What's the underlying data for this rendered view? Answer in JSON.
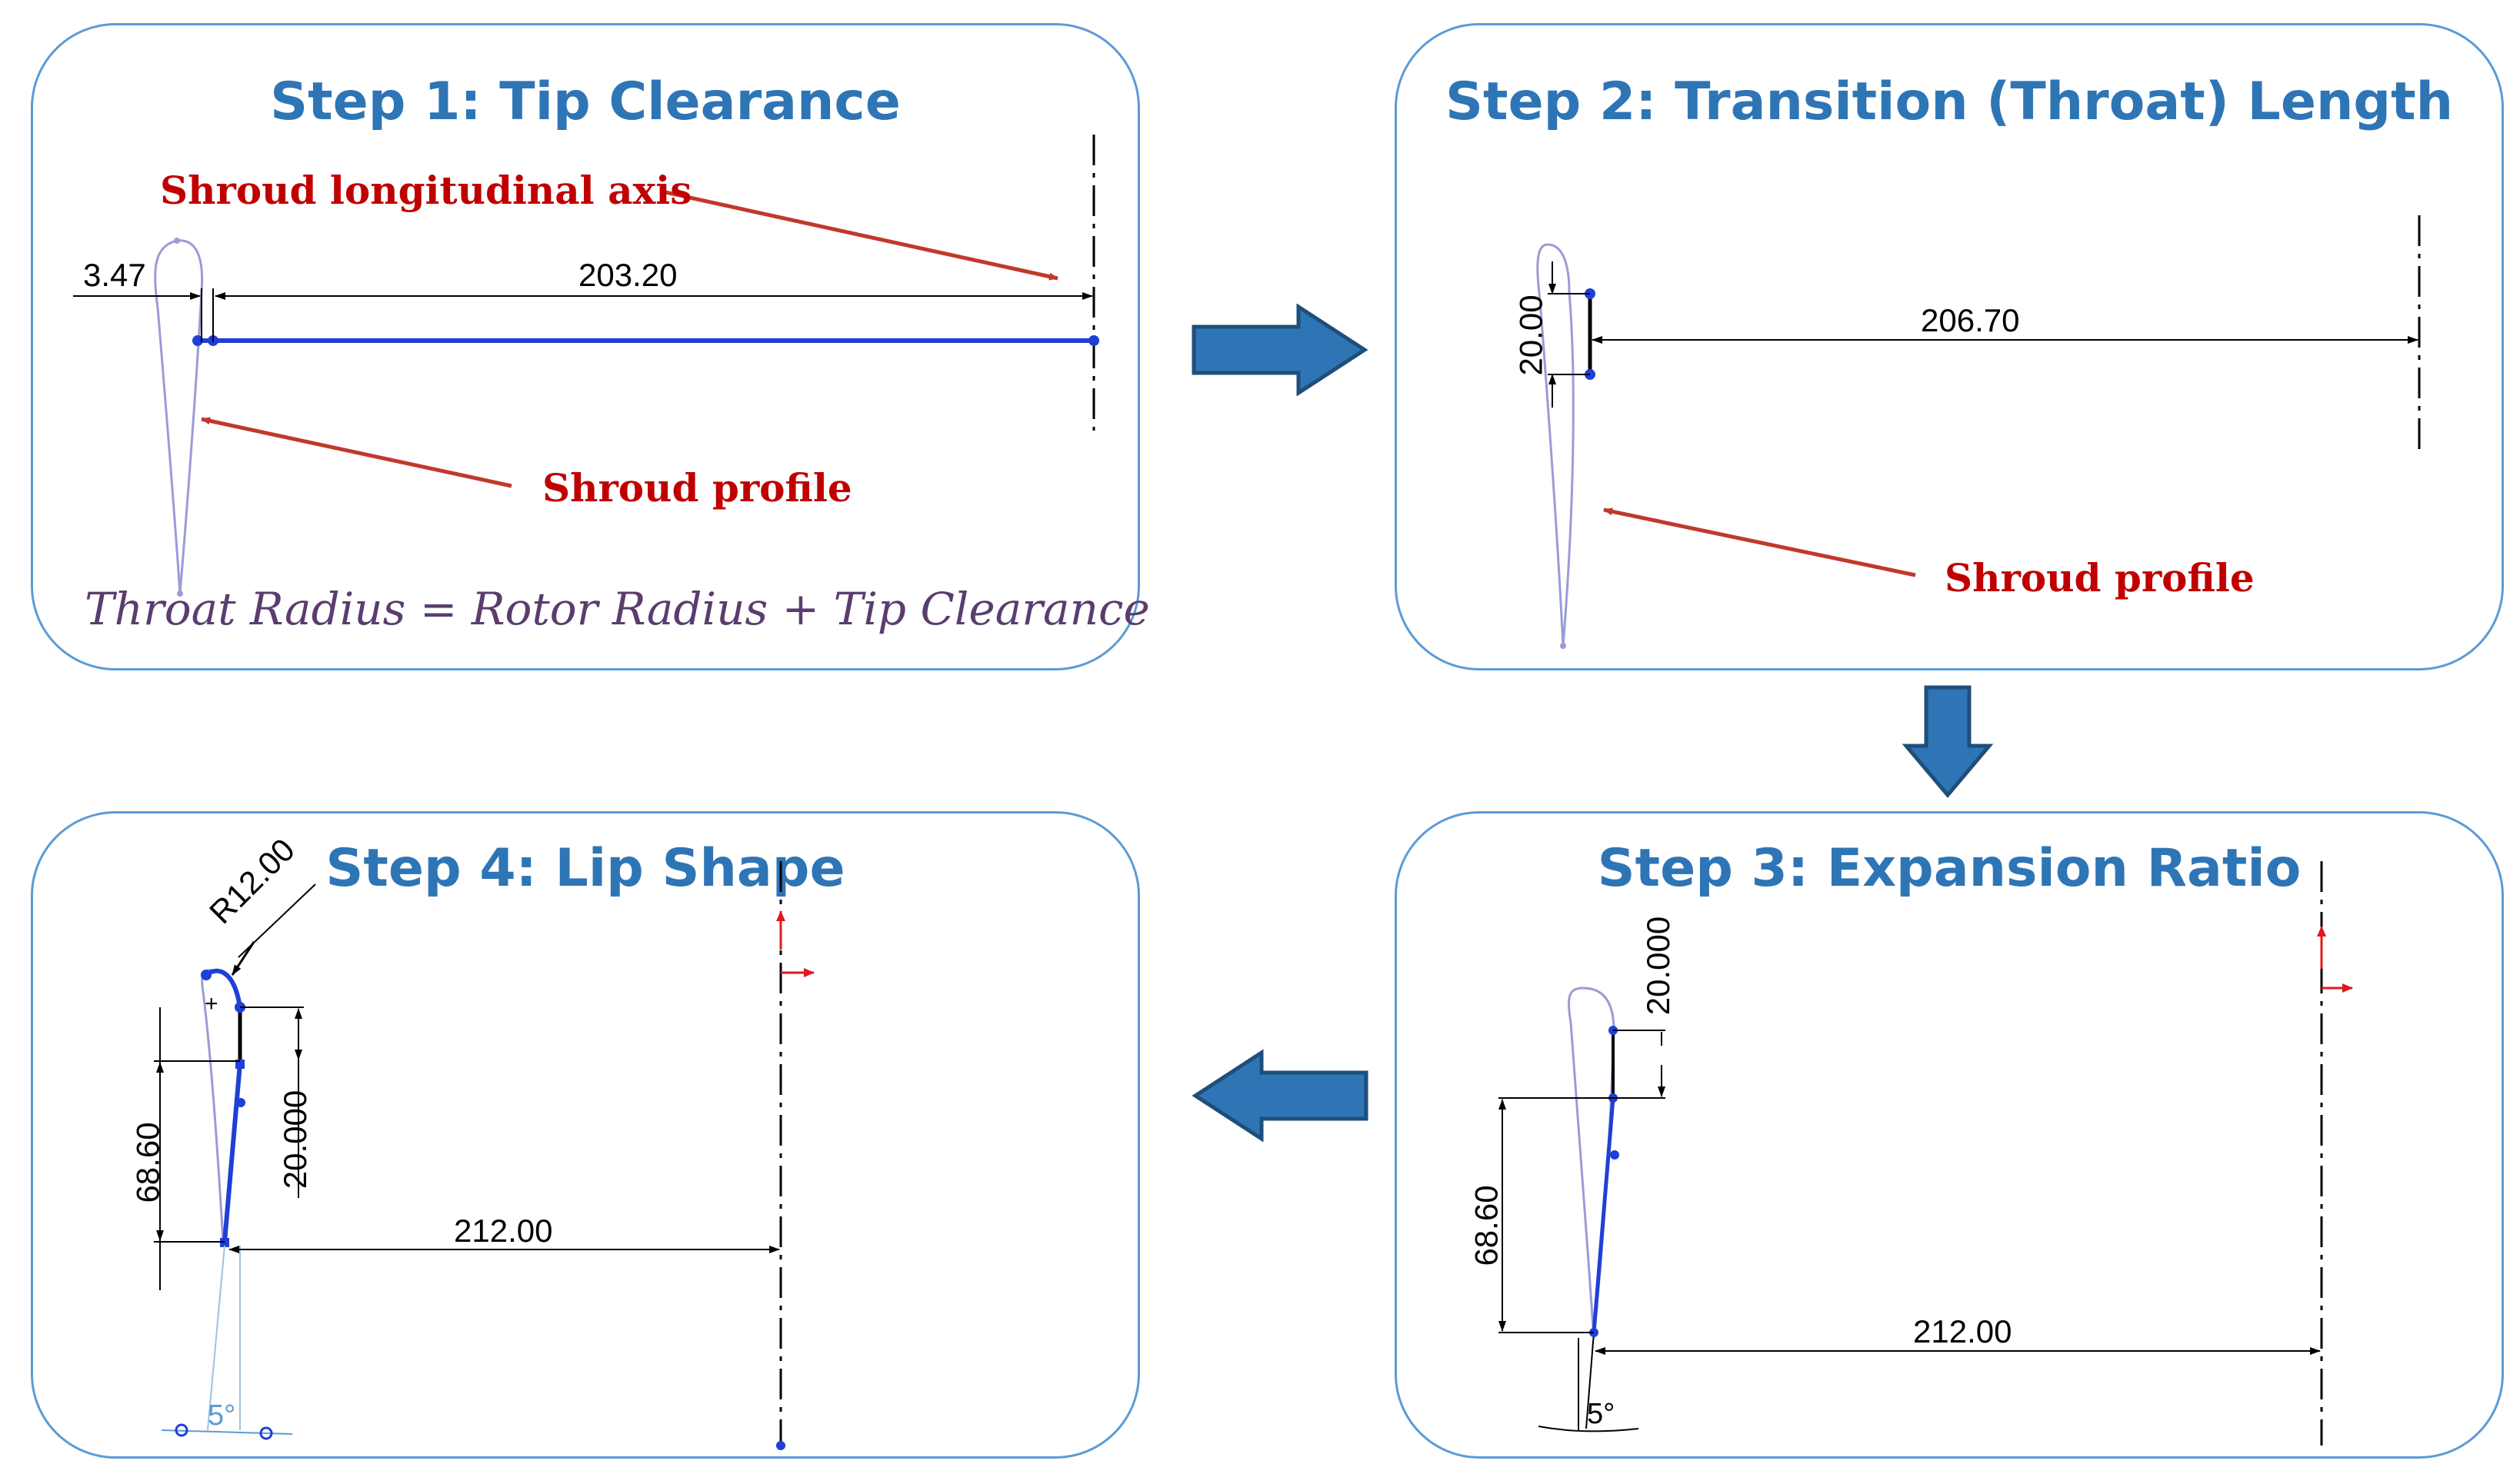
{
  "step1": {
    "title": "Step 1: Tip Clearance",
    "axis_label": "Shroud longitudinal axis",
    "profile_label": "Shroud profile",
    "dim_clearance": "3.47",
    "dim_length": "203.20",
    "equation": "Throat Radius = Rotor Radius + Tip Clearance"
  },
  "step2": {
    "title": "Step 2: Transition (Throat) Length",
    "dim_throat": "20.00",
    "dim_length": "206.70",
    "profile_label": "Shroud profile"
  },
  "step3": {
    "title": "Step 3: Expansion Ratio",
    "dim_throat": "20.000",
    "dim_expansion": "68.60",
    "dim_length": "212.00",
    "angle": "5°"
  },
  "step4": {
    "title": "Step 4: Lip Shape",
    "dim_radius": "R12.00",
    "dim_expansion": "68.60",
    "dim_throat": "20.000",
    "dim_length": "212.00",
    "angle": "5°"
  },
  "colors": {
    "title": "#2e75b6",
    "annotation": "#c00000",
    "panel_border": "#5b9bd5",
    "flow_arrow": "#2e75b6",
    "sketch_line": "#1f3fd6",
    "profile_line": "#9b9bd8"
  }
}
